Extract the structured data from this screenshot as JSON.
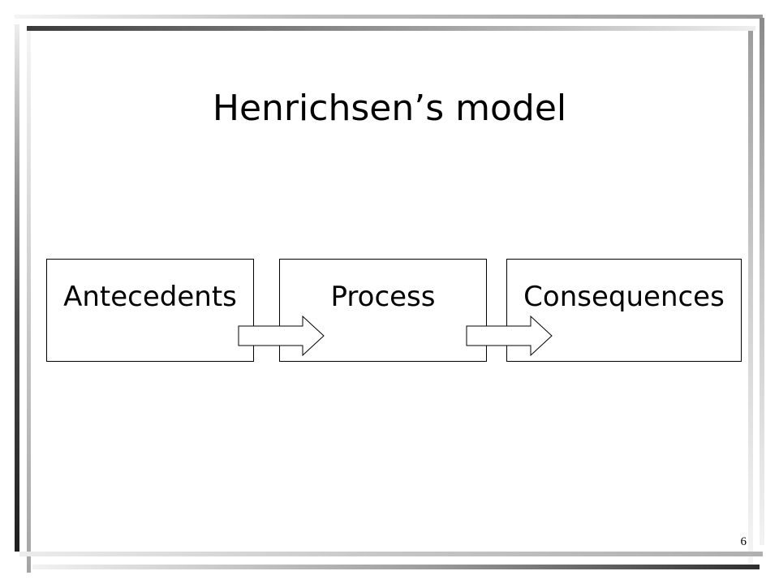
{
  "slide": {
    "title": "Henrichsen’s model",
    "number": "6"
  },
  "diagram": {
    "boxes": [
      {
        "label": "Antecedents"
      },
      {
        "label": "Process"
      },
      {
        "label": "Consequences"
      }
    ]
  },
  "colors": {
    "text": "#000000",
    "box_border": "#000000",
    "background": "#ffffff"
  }
}
